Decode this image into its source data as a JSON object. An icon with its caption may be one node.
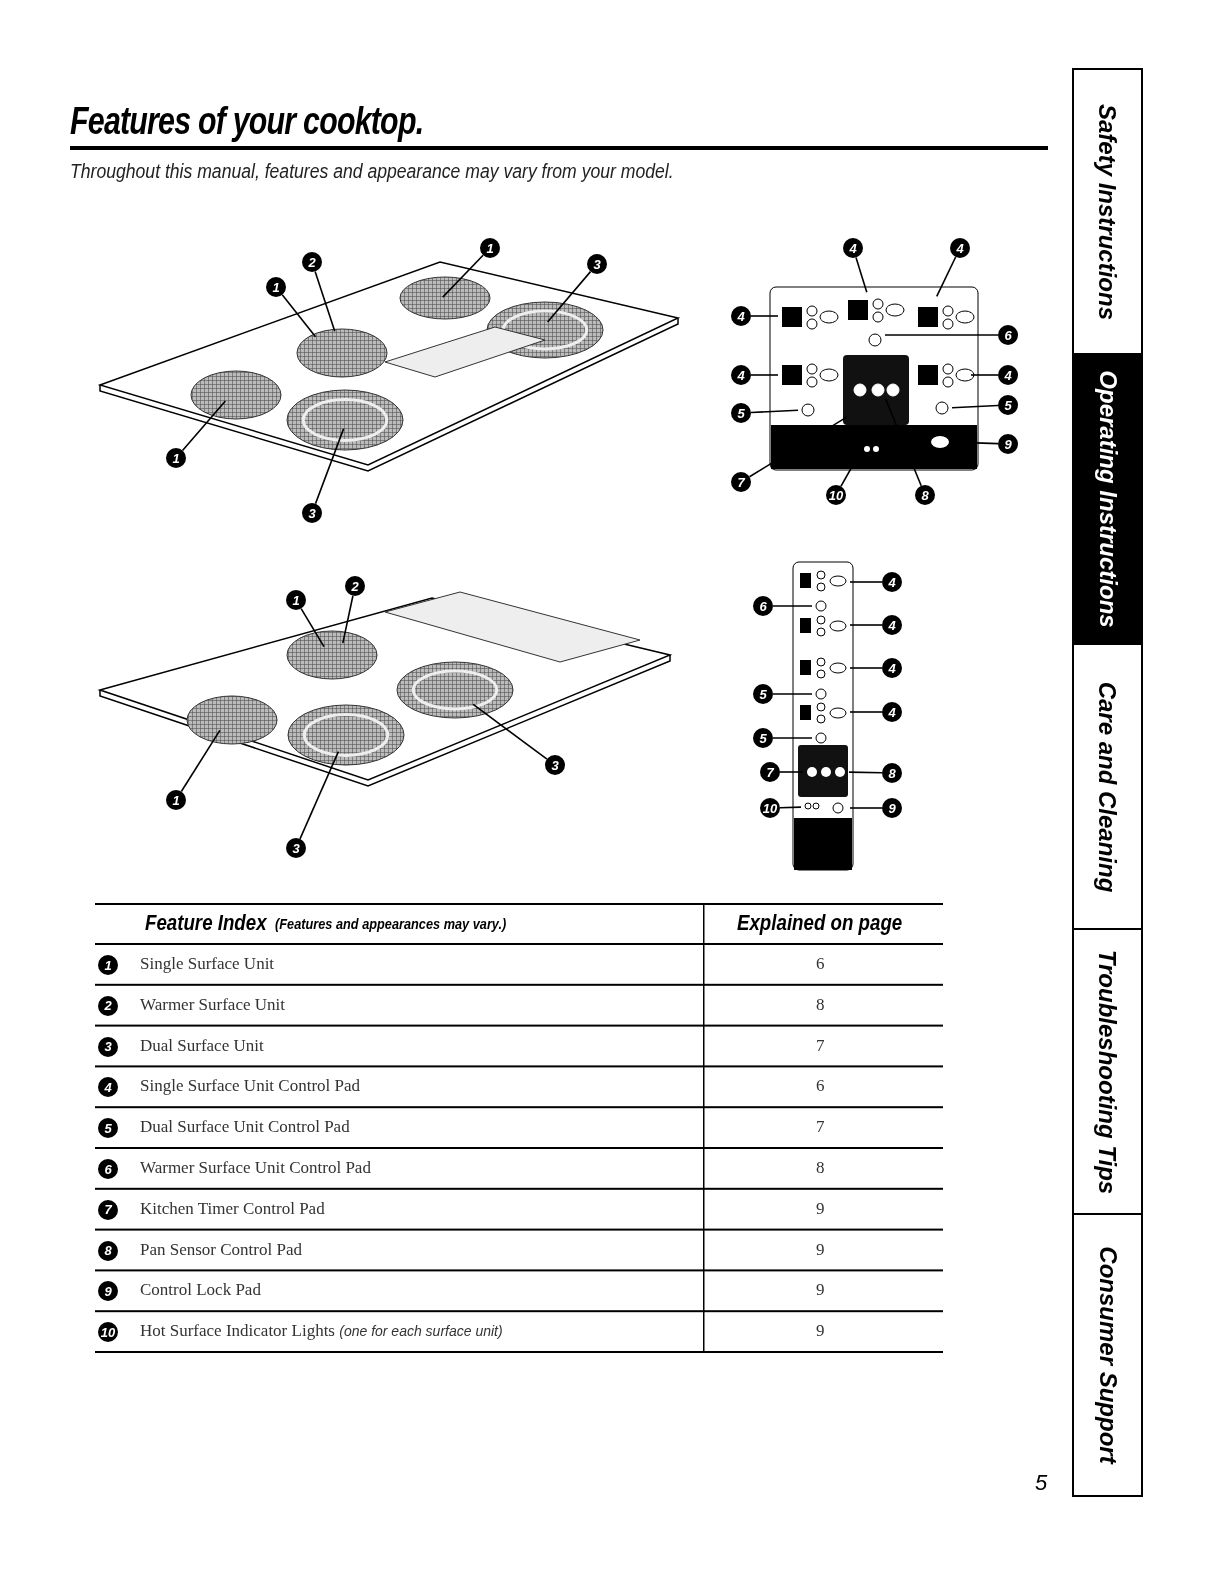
{
  "diagram": {
    "title": "Features of your cooktop.",
    "nodes": [
      {
        "text": [
          "2"
        ]
      },
      {
        "text": [
          "1"
        ]
      },
      {
        "text": [
          "1"
        ]
      },
      {
        "text": [
          "3"
        ]
      },
      {
        "text": [
          "1"
        ]
      },
      {
        "text": [
          "3"
        ]
      },
      {
        "text": [
          "4"
        ]
      },
      {
        "text": [
          "4"
        ]
      },
      {
        "text": [
          "4"
        ]
      },
      {
        "text": [
          "6"
        ]
      },
      {
        "text": [
          "4"
        ]
      },
      {
        "text": [
          "4"
        ]
      },
      {
        "text": [
          "5"
        ]
      },
      {
        "text": [
          "5"
        ]
      },
      {
        "text": [
          "9"
        ]
      },
      {
        "text": [
          "7"
        ]
      },
      {
        "text": [
          "10"
        ]
      },
      {
        "text": [
          "8"
        ]
      },
      {
        "text": [
          "1"
        ]
      },
      {
        "text": [
          "2"
        ]
      },
      {
        "text": [
          "3"
        ]
      },
      {
        "text": [
          "1"
        ]
      },
      {
        "text": [
          "3"
        ]
      },
      {
        "text": [
          "4"
        ]
      },
      {
        "text": [
          "6"
        ]
      },
      {
        "text": [
          "4"
        ]
      },
      {
        "text": [
          "4"
        ]
      },
      {
        "text": [
          "5"
        ]
      },
      {
        "text": [
          "4"
        ]
      },
      {
        "text": [
          "5"
        ]
      },
      {
        "text": [
          "7"
        ]
      },
      {
        "text": [
          "8"
        ]
      },
      {
        "text": [
          "10"
        ]
      },
      {
        "text": [
          "9"
        ]
      },
      {
        "text": [
          "1"
        ]
      },
      {
        "text": [
          "2"
        ]
      },
      {
        "text": [
          "3"
        ]
      },
      {
        "text": [
          "4"
        ]
      },
      {
        "text": [
          "5"
        ]
      },
      {
        "text": [
          "6"
        ]
      },
      {
        "text": [
          "7"
        ]
      },
      {
        "text": [
          "8"
        ]
      },
      {
        "text": [
          "9"
        ]
      },
      {
        "text": [
          "10"
        ]
      },
      {
        "text": [],
        "shape": "picture"
      },
      {
        "text": [],
        "shape": "picture"
      },
      {
        "text": [],
        "shape": "picture"
      },
      {
        "text": [],
        "shape": "picture"
      }
    ],
    "edges": [
      {
        "from": 0,
        "to": 44,
        "arrow": "none"
      },
      {
        "from": 1,
        "to": 44,
        "arrow": "none"
      },
      {
        "from": 2,
        "to": 44,
        "arrow": "none"
      },
      {
        "from": 3,
        "to": 44,
        "arrow": "none"
      },
      {
        "from": 4,
        "to": 44,
        "arrow": "none"
      },
      {
        "from": 5,
        "to": 44,
        "arrow": "none"
      },
      {
        "from": 6,
        "to": 45,
        "arrow": "none"
      },
      {
        "from": 7,
        "to": 45,
        "arrow": "none"
      },
      {
        "from": 8,
        "to": 45,
        "arrow": "none"
      },
      {
        "from": 9,
        "to": 45,
        "arrow": "none"
      },
      {
        "from": 10,
        "to": 45,
        "arrow": "none"
      },
      {
        "from": 11,
        "to": 45,
        "arrow": "none"
      },
      {
        "from": 12,
        "to": 45,
        "arrow": "none"
      },
      {
        "from": 13,
        "to": 45,
        "arrow": "none"
      },
      {
        "from": 14,
        "to": 45,
        "arrow": "none"
      },
      {
        "from": 15,
        "to": 45,
        "arrow": "none"
      },
      {
        "from": 16,
        "to": 45,
        "arrow": "none"
      },
      {
        "from": 17,
        "to": 45,
        "arrow": "none"
      },
      {
        "from": 18,
        "to": 46,
        "arrow": "none"
      },
      {
        "from": 19,
        "to": 46,
        "arrow": "none"
      },
      {
        "from": 20,
        "to": 46,
        "arrow": "none"
      },
      {
        "from": 21,
        "to": 46,
        "arrow": "none"
      },
      {
        "from": 22,
        "to": 46,
        "arrow": "none"
      },
      {
        "from": 23,
        "to": 47,
        "arrow": "none"
      },
      {
        "from": 24,
        "to": 47,
        "arrow": "none"
      },
      {
        "from": 25,
        "to": 47,
        "arrow": "none"
      },
      {
        "from": 26,
        "to": 47,
        "arrow": "none"
      },
      {
        "from": 27,
        "to": 47,
        "arrow": "none"
      },
      {
        "from": 28,
        "to": 47,
        "arrow": "none"
      },
      {
        "from": 29,
        "to": 47,
        "arrow": "none"
      },
      {
        "from": 30,
        "to": 47,
        "arrow": "none"
      },
      {
        "from": 31,
        "to": 47,
        "arrow": "none"
      },
      {
        "from": 32,
        "to": 47,
        "arrow": "none"
      },
      {
        "from": 33,
        "to": 47,
        "arrow": "none"
      }
    ],
    "labels": [
      "Throughout this manual, features and appearance may vary from your model.",
      "Feature Index",
      "(Features and appearances may vary.)",
      "Explained on page",
      "Single Surface Unit",
      "6",
      "Warmer Surface Unit",
      "8",
      "Dual Surface Unit",
      "7",
      "Single Surface Unit Control Pad",
      "6",
      "Dual Surface Unit Control Pad",
      "7",
      "Warmer Surface Unit Control Pad",
      "8",
      "Kitchen Timer Control Pad",
      "9",
      "Pan Sensor Control Pad",
      "9",
      "Control Lock Pad",
      "9",
      "Hot Surface Indicator Lights *(one for each surface unit)*",
      "9",
      "Safety Instructions",
      "Operating Instructions",
      "Care and Cleaning",
      "Troubleshooting Tips",
      "Consumer Support",
      "5"
    ]
  }
}
